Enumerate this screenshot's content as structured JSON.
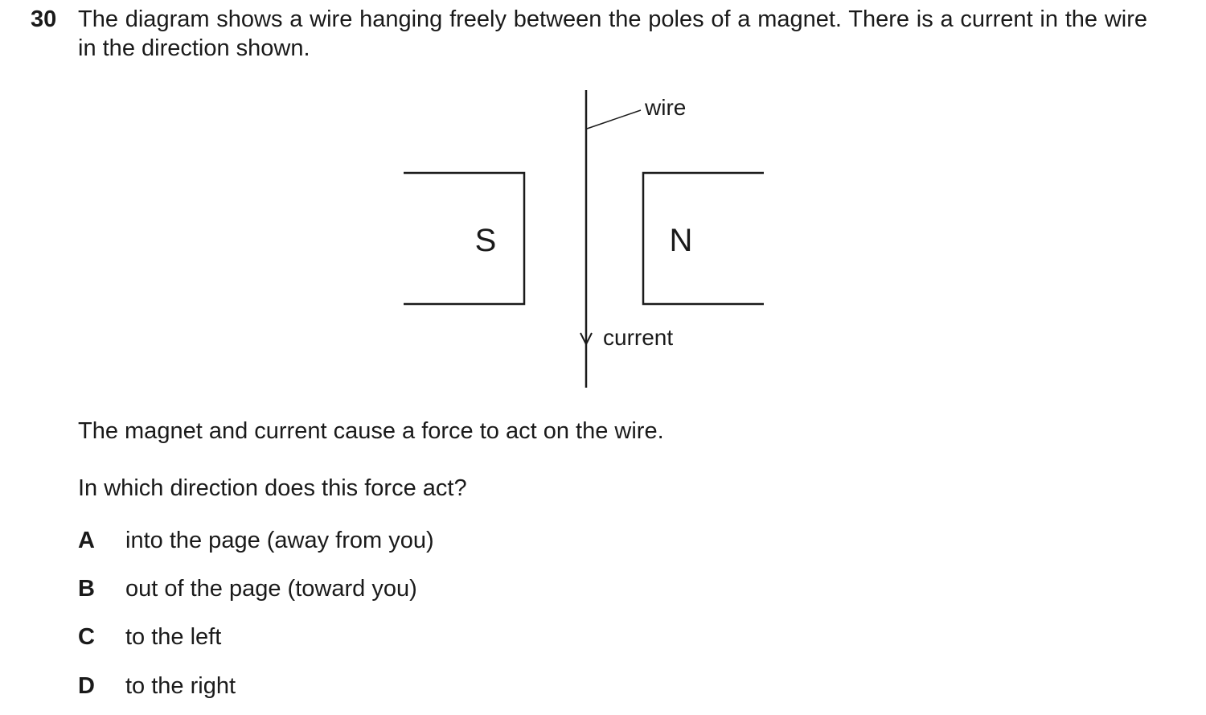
{
  "question": {
    "number": "30",
    "stem": "The diagram shows a wire hanging freely between the poles of a magnet. There is a current in the wire in the direction shown."
  },
  "diagram": {
    "labels": {
      "wire": "wire",
      "south_pole": "S",
      "north_pole": "N",
      "current": "current"
    },
    "current_direction": "down"
  },
  "statement": "The magnet and current cause a force to act on the wire.",
  "prompt": "In which direction does this force act?",
  "options": [
    {
      "letter": "A",
      "text": "into the page (away from you)"
    },
    {
      "letter": "B",
      "text": "out of the page (toward you)"
    },
    {
      "letter": "C",
      "text": "to the left"
    },
    {
      "letter": "D",
      "text": "to the right"
    }
  ]
}
